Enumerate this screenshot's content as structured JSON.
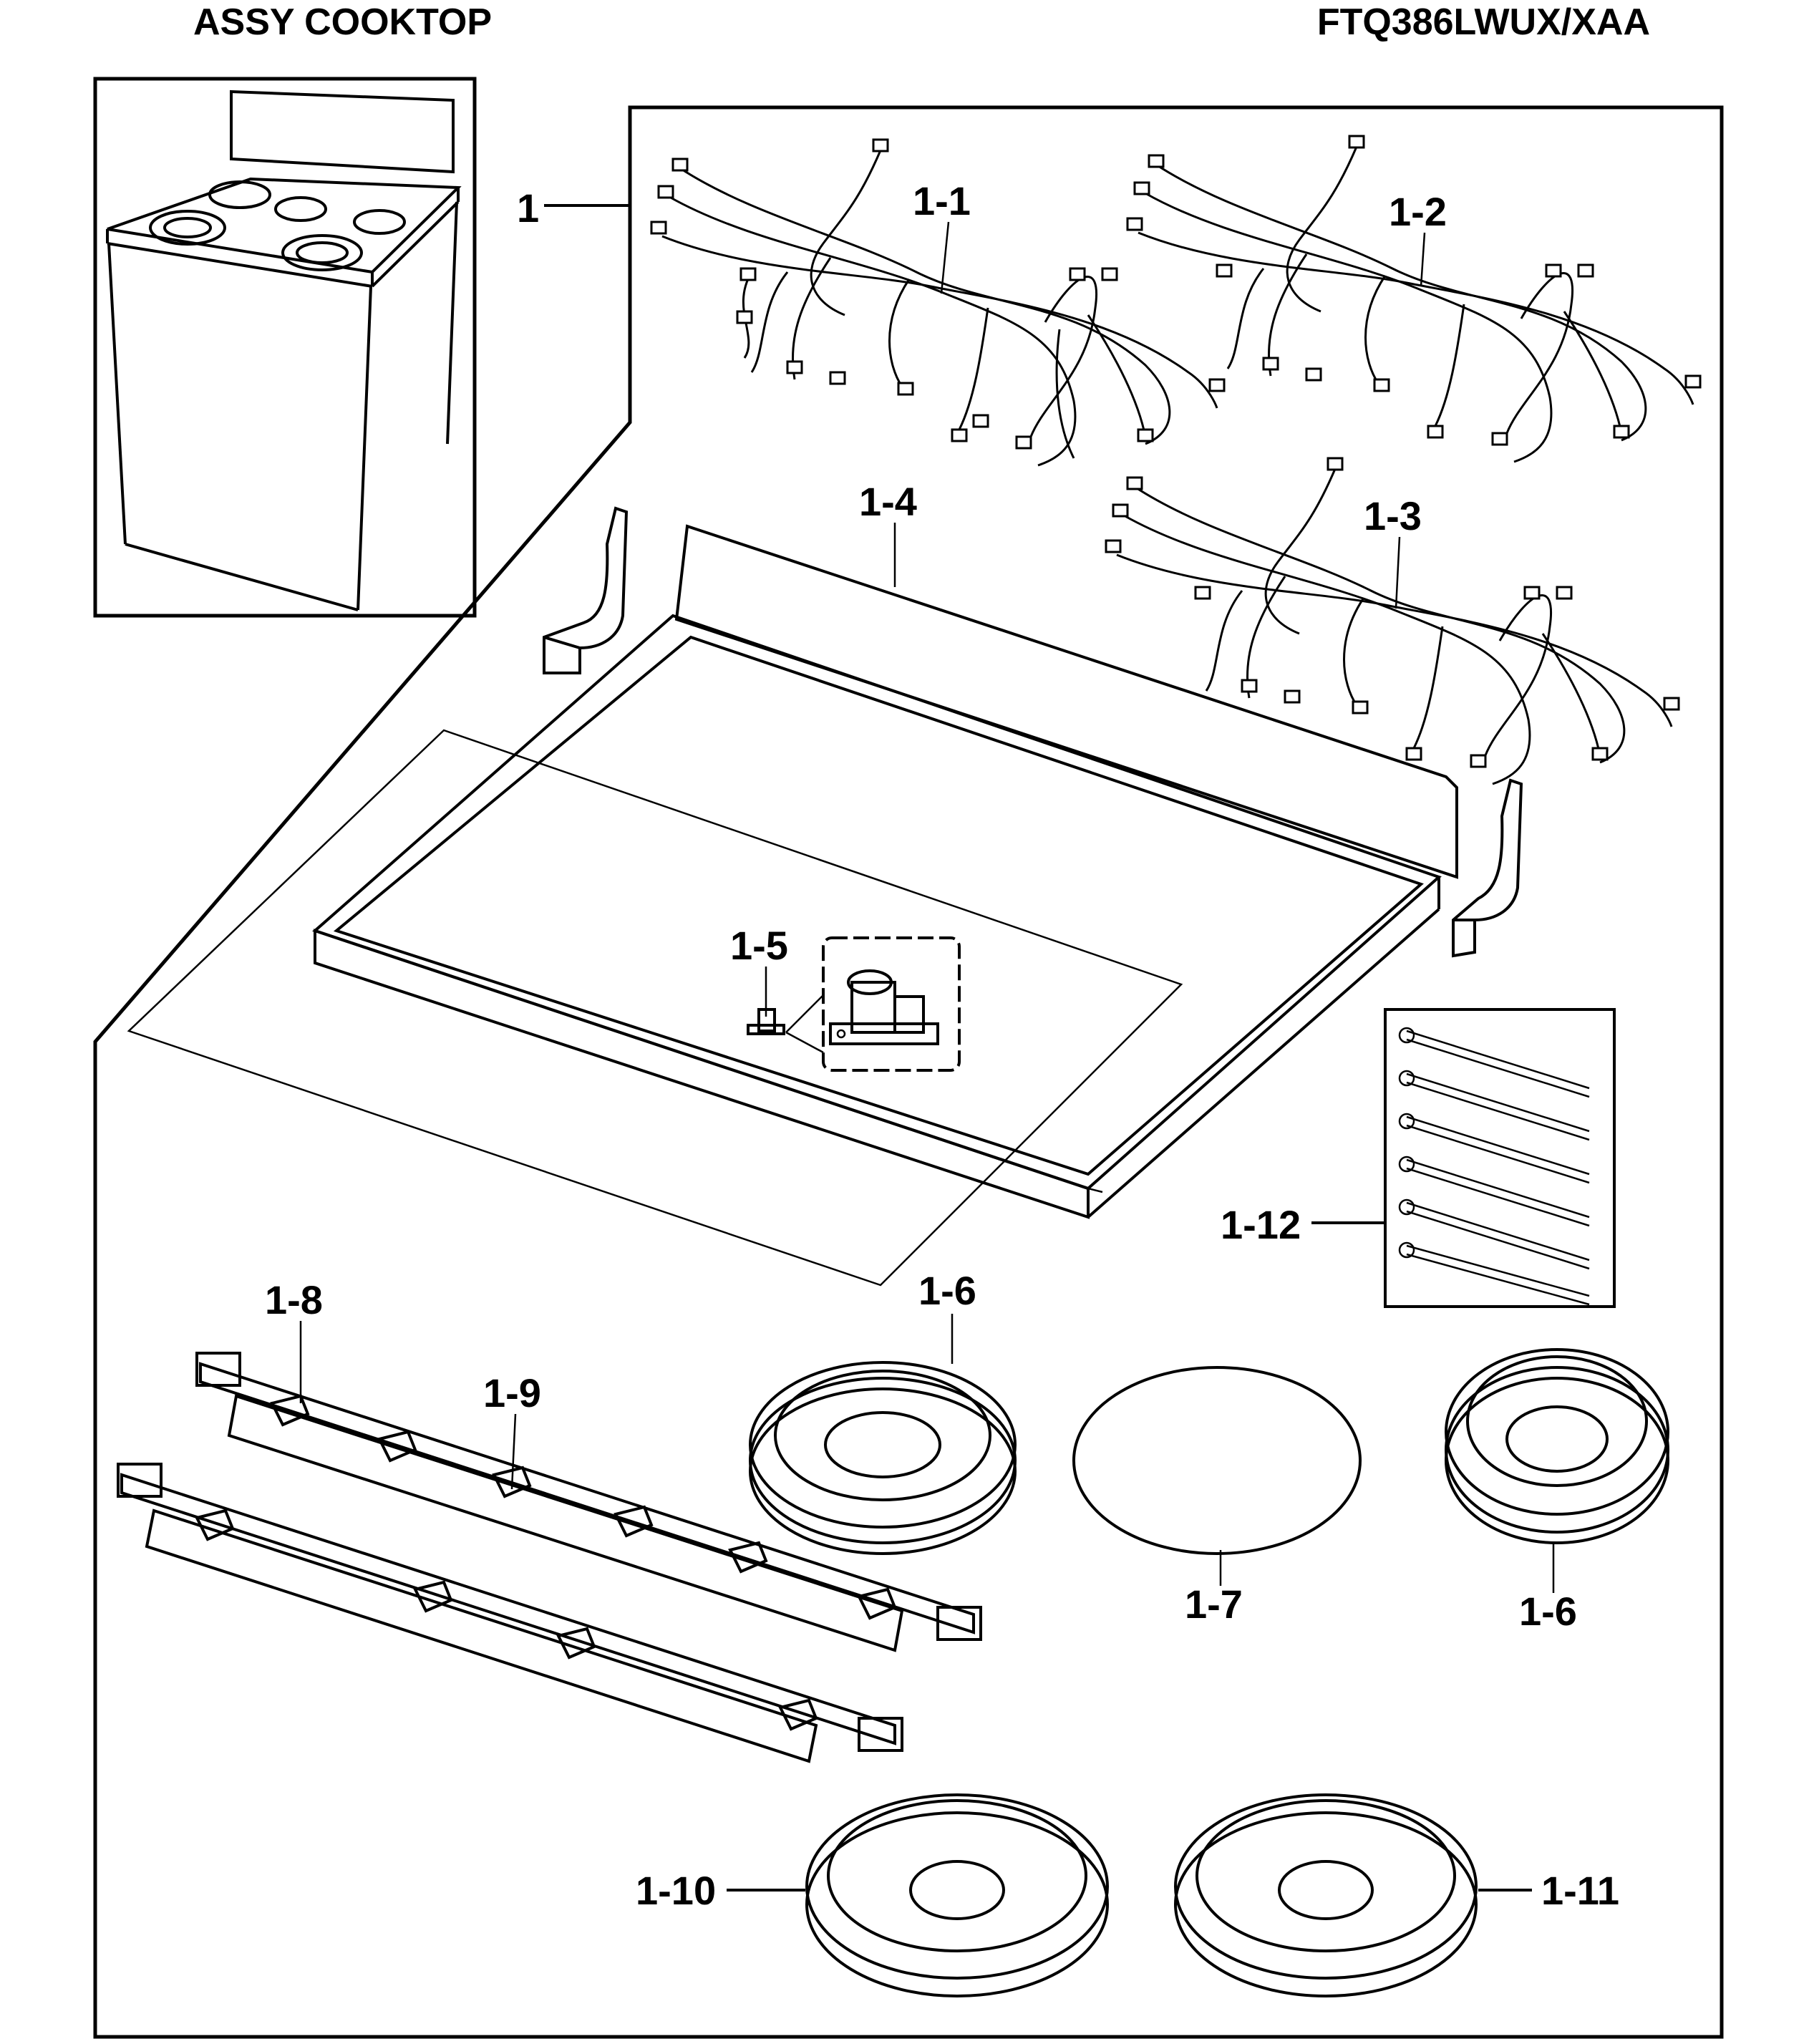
{
  "header": {
    "left_title": "ASSY COOKTOP",
    "right_title": "FTQ386LWUX/XAA"
  },
  "callouts": {
    "assembly": "1",
    "harness_1": "1-1",
    "harness_2": "1-2",
    "harness_3": "1-3",
    "cooktop_frame": "1-4",
    "switch": "1-5",
    "burner_ring_left": "1-6",
    "glass_disc": "1-7",
    "burner_ring_right": "1-6",
    "bracket_rail": "1-8",
    "bracket_clip": "1-9",
    "ring_large_left": "1-10",
    "ring_large_right": "1-11",
    "cable_ties": "1-12"
  }
}
